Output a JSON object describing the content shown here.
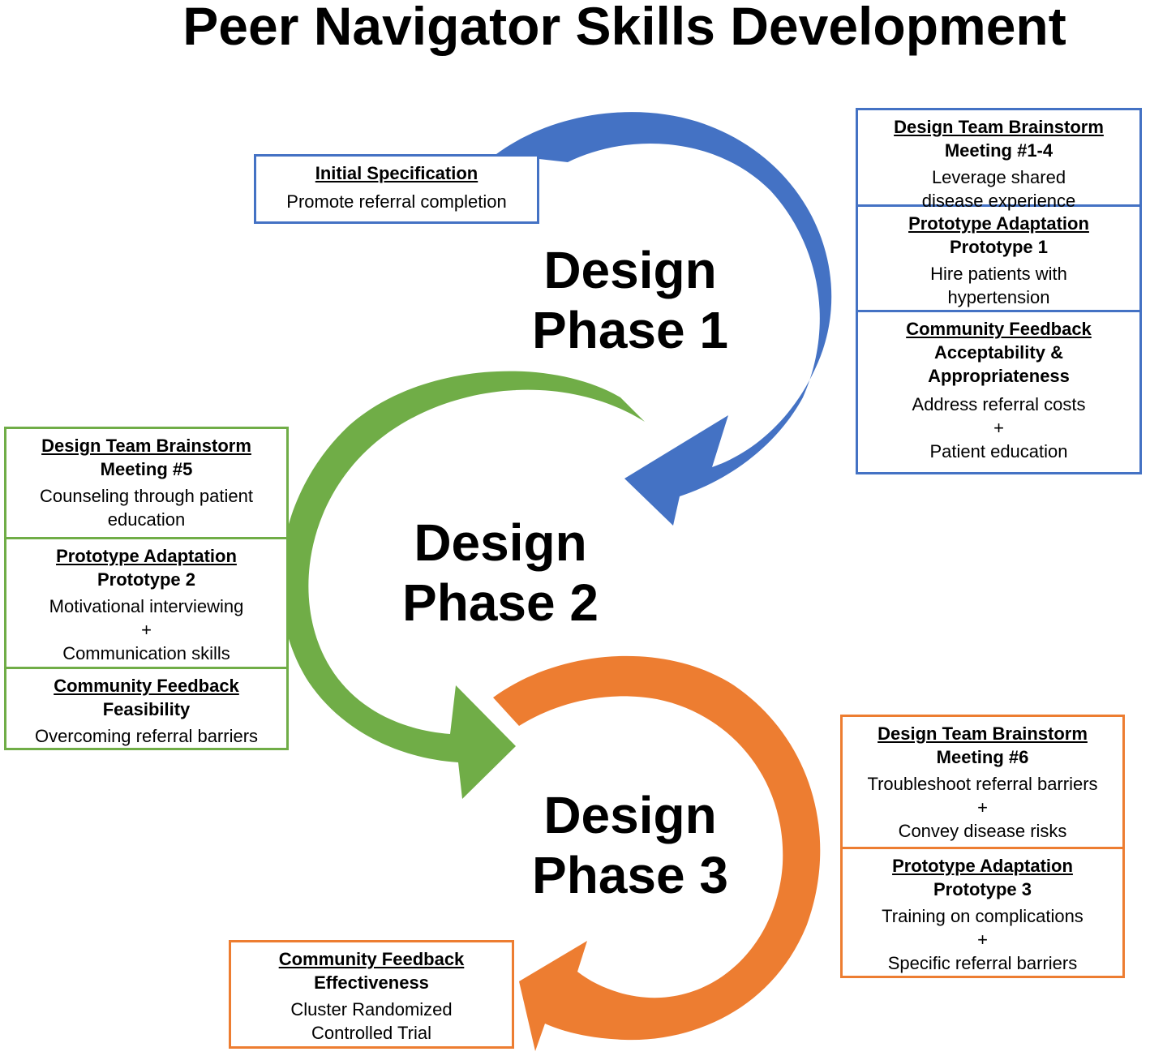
{
  "title": "Peer Navigator Skills Development",
  "phases": {
    "p1": {
      "line1": "Design",
      "line2": "Phase 1"
    },
    "p2": {
      "line1": "Design",
      "line2": "Phase 2"
    },
    "p3": {
      "line1": "Design",
      "line2": "Phase 3"
    }
  },
  "colors": {
    "phase1": "#4472c4",
    "phase2": "#70ad47",
    "phase3": "#ed7d31"
  },
  "initial": {
    "heading": "Initial Specification",
    "text": "Promote referral completion"
  },
  "phase1_box": {
    "brainstorm": {
      "heading": "Design Team Brainstorm",
      "sub": "Meeting #1-4",
      "text1": "Leverage shared",
      "text2": "disease experience"
    },
    "prototype": {
      "heading": "Prototype Adaptation",
      "sub": "Prototype 1",
      "text1": "Hire patients with",
      "text2": "hypertension"
    },
    "feedback": {
      "heading": "Community Feedback",
      "sub1": "Acceptability &",
      "sub2": "Appropriateness",
      "text1": "Address referral costs",
      "plus": "+",
      "text2": "Patient education"
    }
  },
  "phase2_box": {
    "brainstorm": {
      "heading": "Design Team Brainstorm",
      "sub": "Meeting #5",
      "text1": "Counseling through patient",
      "text2": "education"
    },
    "prototype": {
      "heading": "Prototype Adaptation",
      "sub": "Prototype 2",
      "text1": "Motivational interviewing",
      "plus": "+",
      "text2": "Communication skills"
    },
    "feedback": {
      "heading": "Community Feedback",
      "sub": "Feasibility",
      "text1": "Overcoming referral barriers"
    }
  },
  "phase3_box": {
    "brainstorm": {
      "heading": "Design Team Brainstorm",
      "sub": "Meeting #6",
      "text1": "Troubleshoot referral barriers",
      "plus": "+",
      "text2": "Convey disease risks"
    },
    "prototype": {
      "heading": "Prototype Adaptation",
      "sub": "Prototype 3",
      "text1": "Training on complications",
      "plus": "+",
      "text2": "Specific referral barriers"
    }
  },
  "final": {
    "heading": "Community Feedback",
    "sub": "Effectiveness",
    "text1": "Cluster Randomized",
    "text2": "Controlled Trial"
  }
}
